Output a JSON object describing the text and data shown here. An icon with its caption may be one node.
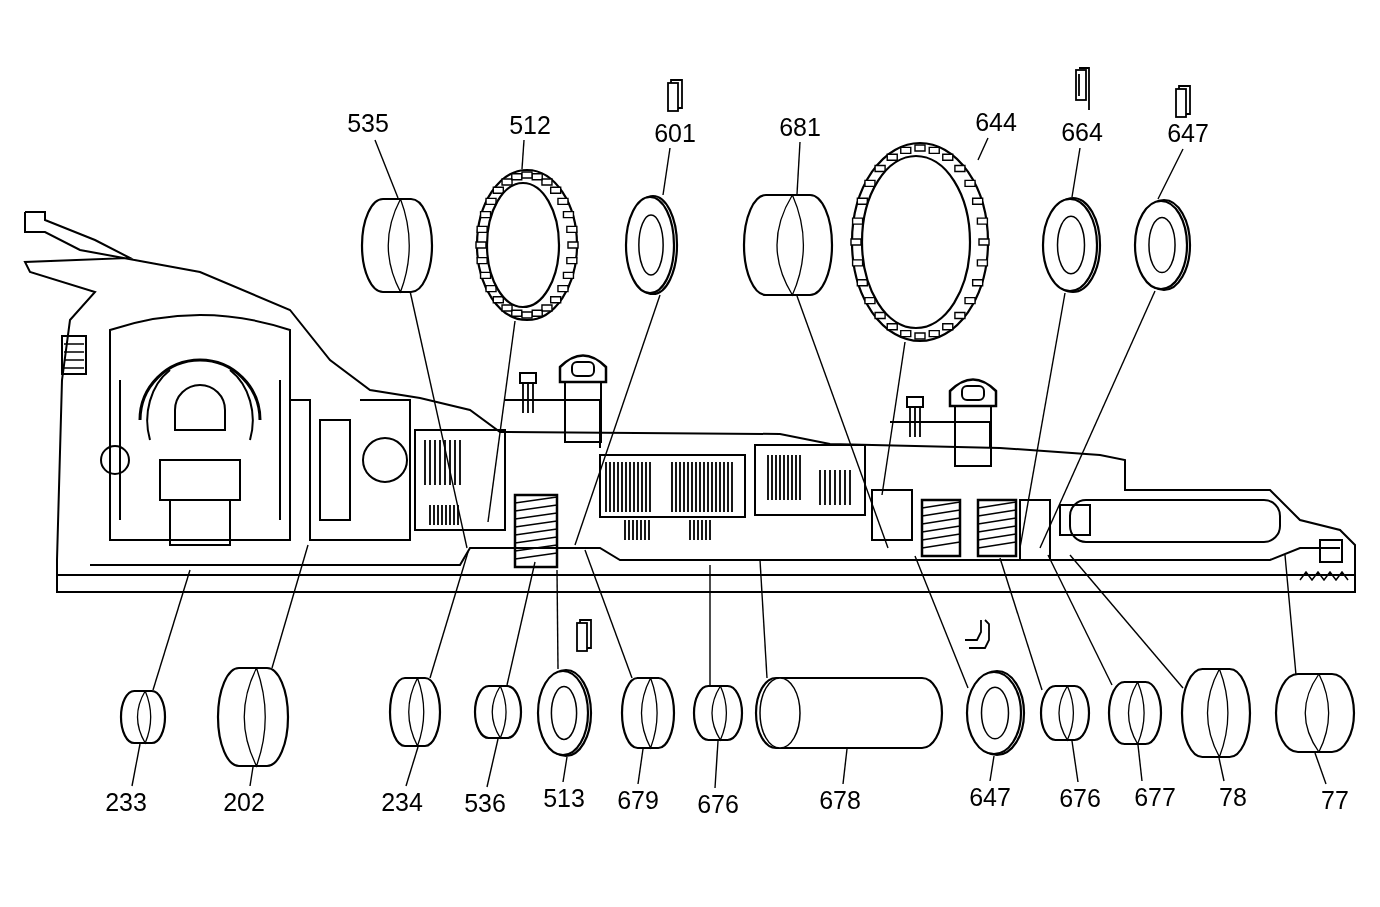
{
  "diagram": {
    "nodes": [
      {
        "text": [
          "535"
        ]
      },
      {
        "text": [],
        "shape": "picture"
      },
      {
        "text": [
          "512"
        ]
      },
      {
        "text": [],
        "shape": "picture"
      },
      {
        "text": [
          "601"
        ]
      },
      {
        "text": [],
        "shape": "picture"
      },
      {
        "text": [
          "681"
        ]
      },
      {
        "text": [],
        "shape": "picture"
      },
      {
        "text": [
          "644"
        ]
      },
      {
        "text": [],
        "shape": "picture"
      },
      {
        "text": [
          "664"
        ]
      },
      {
        "text": [],
        "shape": "picture"
      },
      {
        "text": [
          "647"
        ]
      },
      {
        "text": [],
        "shape": "picture"
      },
      {
        "text": [
          "233"
        ]
      },
      {
        "text": [],
        "shape": "picture"
      },
      {
        "text": [
          "202"
        ]
      },
      {
        "text": [],
        "shape": "picture"
      },
      {
        "text": [
          "234"
        ]
      },
      {
        "text": [],
        "shape": "picture"
      },
      {
        "text": [
          "536"
        ]
      },
      {
        "text": [],
        "shape": "picture"
      },
      {
        "text": [
          "513"
        ]
      },
      {
        "text": [],
        "shape": "picture"
      },
      {
        "text": [
          "679"
        ]
      },
      {
        "text": [],
        "shape": "picture"
      },
      {
        "text": [
          "676"
        ]
      },
      {
        "text": [],
        "shape": "picture"
      },
      {
        "text": [
          "678"
        ]
      },
      {
        "text": [],
        "shape": "picture"
      },
      {
        "text": [
          "647"
        ]
      },
      {
        "text": [],
        "shape": "picture"
      },
      {
        "text": [
          "676"
        ]
      },
      {
        "text": [],
        "shape": "picture"
      },
      {
        "text": [
          "677"
        ]
      },
      {
        "text": [],
        "shape": "picture"
      },
      {
        "text": [
          "78"
        ]
      },
      {
        "text": [],
        "shape": "picture"
      },
      {
        "text": [
          "77"
        ]
      },
      {
        "text": [],
        "shape": "picture"
      }
    ],
    "edges": [
      {
        "from": 0,
        "to": 1,
        "arrow": "none"
      },
      {
        "from": 1,
        "to": null,
        "arrow": "none"
      },
      {
        "from": 2,
        "to": 3,
        "arrow": "none"
      },
      {
        "from": 3,
        "to": null,
        "arrow": "none"
      },
      {
        "from": 4,
        "to": 5,
        "arrow": "none"
      },
      {
        "from": 5,
        "to": null,
        "arrow": "none"
      },
      {
        "from": 6,
        "to": 7,
        "arrow": "none"
      },
      {
        "from": 7,
        "to": null,
        "arrow": "none"
      },
      {
        "from": 8,
        "to": 9,
        "arrow": "none"
      },
      {
        "from": 9,
        "to": null,
        "arrow": "none"
      },
      {
        "from": 10,
        "to": 11,
        "arrow": "none"
      },
      {
        "from": 11,
        "to": null,
        "arrow": "none"
      },
      {
        "from": 12,
        "to": 13,
        "arrow": "none"
      },
      {
        "from": 13,
        "to": null,
        "arrow": "none"
      },
      {
        "from": 14,
        "to": 15,
        "arrow": "none"
      },
      {
        "from": 15,
        "to": null,
        "arrow": "none"
      },
      {
        "from": 16,
        "to": 17,
        "arrow": "none"
      },
      {
        "from": 17,
        "to": null,
        "arrow": "none"
      },
      {
        "from": 18,
        "to": 19,
        "arrow": "none"
      },
      {
        "from": 19,
        "to": null,
        "arrow": "none"
      },
      {
        "from": 20,
        "to": 21,
        "arrow": "none"
      },
      {
        "from": 21,
        "to": null,
        "arrow": "none"
      },
      {
        "from": 22,
        "to": 23,
        "arrow": "none"
      },
      {
        "from": 23,
        "to": null,
        "arrow": "none"
      },
      {
        "from": 24,
        "to": 25,
        "arrow": "none"
      },
      {
        "from": 25,
        "to": null,
        "arrow": "none"
      },
      {
        "from": 26,
        "to": 27,
        "arrow": "none"
      },
      {
        "from": 27,
        "to": null,
        "arrow": "none"
      },
      {
        "from": 28,
        "to": 29,
        "arrow": "none"
      },
      {
        "from": 29,
        "to": null,
        "arrow": "none"
      },
      {
        "from": 30,
        "to": 31,
        "arrow": "none"
      },
      {
        "from": 31,
        "to": null,
        "arrow": "none"
      },
      {
        "from": 32,
        "to": 33,
        "arrow": "none"
      },
      {
        "from": 33,
        "to": null,
        "arrow": "none"
      },
      {
        "from": 34,
        "to": 35,
        "arrow": "none"
      },
      {
        "from": 35,
        "to": null,
        "arrow": "none"
      },
      {
        "from": 36,
        "to": 37,
        "arrow": "none"
      },
      {
        "from": 37,
        "to": null,
        "arrow": "none"
      },
      {
        "from": 38,
        "to": 39,
        "arrow": "none"
      },
      {
        "from": 39,
        "to": null,
        "arrow": "none"
      }
    ]
  }
}
